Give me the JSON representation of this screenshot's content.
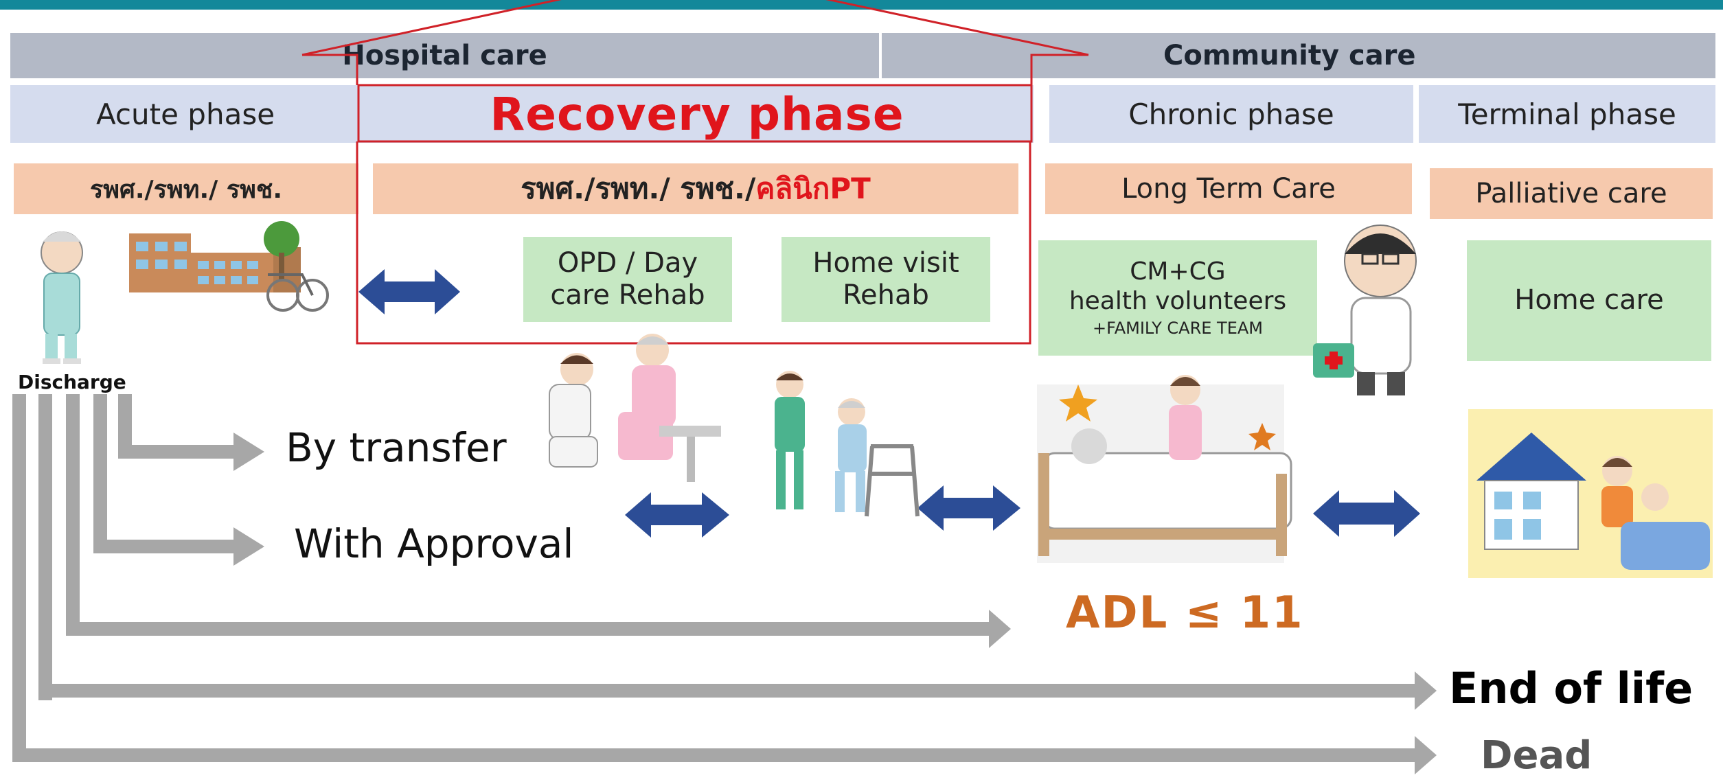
{
  "header": {
    "hospital_care": "Hospital care",
    "community_care": "Community care"
  },
  "phases": {
    "acute": "Acute phase",
    "recovery": "Recovery  phase",
    "chronic": "Chronic  phase",
    "terminal": "Terminal  phase"
  },
  "providers": {
    "acute": "รพศ./รพท./ รพช.",
    "recovery_prefix": "รพศ./รพท./ รพช./",
    "recovery_suffix": "คลินิกPT",
    "long_term": "Long Term Care",
    "palliative": "Palliative care"
  },
  "services": {
    "opd_line1": "OPD / Day",
    "opd_line2": "care Rehab",
    "home_visit_line1": "Home visit",
    "home_visit_line2": "Rehab",
    "cm_line1": "CM+CG",
    "cm_line2": "health volunteers",
    "cm_line3": "+FAMILY CARE TEAM",
    "home_care": "Home care"
  },
  "flows": {
    "discharge": "Discharge",
    "by_transfer": "By transfer",
    "with_approval": "With  Approval",
    "adl": "ADL ≤ 11",
    "end_of_life": "End of life",
    "dead": "Dead"
  },
  "colors": {
    "teal_line": "#13889a",
    "header_gray": "#b3b9c6",
    "phase_blue": "#d5dcee",
    "provider_peach": "#f6c9ad",
    "service_green": "#c6e8c3",
    "accent_red": "#e0151c",
    "adl_orange": "#cd6a22",
    "arrow_blue": "#2c4d96",
    "arrow_gray": "#a7a7a7"
  }
}
